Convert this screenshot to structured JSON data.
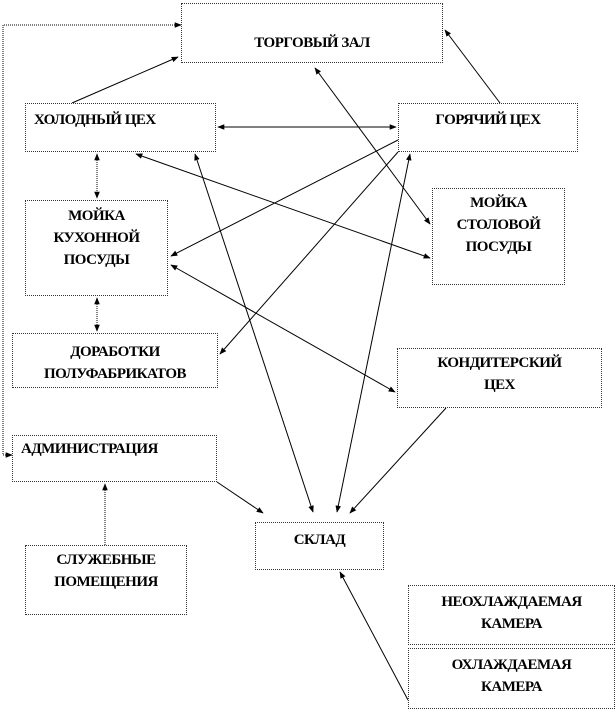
{
  "nodes": {
    "trade_hall": "ТОРГОВЫЙ ЗАЛ",
    "cold_shop": "ХОЛОДНЫЙ ЦЕХ",
    "hot_shop": "ГОРЯЧИЙ ЦЕХ",
    "kitchen_dish_wash": [
      "МОЙКА",
      "КУХОННОЙ",
      "ПОСУДЫ"
    ],
    "table_dish_wash": [
      "МОЙКА",
      "СТОЛОВОЙ",
      "ПОСУДЫ"
    ],
    "semi_finished": [
      "ДОРАБОТКИ",
      "ПОЛУФАБРИКАТОВ"
    ],
    "confectionery": [
      "КОНДИТЕРСКИЙ",
      "ЦЕХ"
    ],
    "administration": "АДМИНИСТРАЦИЯ",
    "warehouse": "СКЛАД",
    "service_rooms": [
      "СЛУЖЕБНЫЕ",
      "ПОМЕЩЕНИЯ"
    ],
    "unrefrigerated_chamber": [
      "НЕОХЛАЖДАЕМАЯ",
      "КАМЕРА"
    ],
    "refrigerated_chamber": [
      "ОХЛАЖДАЕМАЯ",
      "КАМЕРА"
    ]
  },
  "colors": {
    "line": "#000000",
    "border": "#333333"
  }
}
